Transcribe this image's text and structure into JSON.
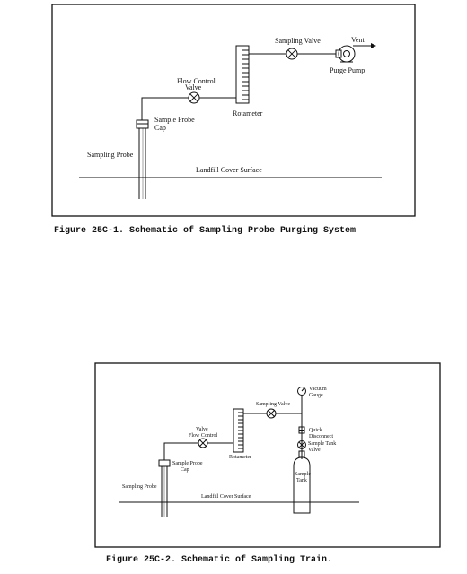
{
  "figure1": {
    "caption": "Figure 25C-1.  Schematic of Sampling Probe Purging System",
    "labels": {
      "vent": "Vent",
      "sampling_valve": "Sampling Valve",
      "purge_pump": "Purge Pump",
      "flow_control_1": "Flow Control",
      "flow_control_2": "Valve",
      "rotameter": "Rotameter",
      "probe_cap_1": "Sample Probe",
      "probe_cap_2": "Cap",
      "sampling_probe": "Sampling Probe",
      "cover_surface": "Landfill Cover Surface"
    }
  },
  "figure2": {
    "caption": "Figure 25C-2.  Schematic of Sampling Train.",
    "labels": {
      "vacuum_gauge_1": "Vacuum",
      "vacuum_gauge_2": "Gauge",
      "sampling_valve": "Sampling Valve",
      "quick_disconnect_1": "Quick",
      "quick_disconnect_2": "Disconnect",
      "tank_valve_1": "Sample Tank",
      "tank_valve_2": "Valve",
      "flow_control_1": "Valve",
      "flow_control_2": "Flow Control",
      "rotameter": "Rotameter",
      "probe_cap_1": "Sample Probe",
      "probe_cap_2": "Cap",
      "sampling_probe": "Sampling Probe",
      "tank_1": "Sample",
      "tank_2": "Tank",
      "cover_surface": "Landfill Cover Surface"
    }
  }
}
